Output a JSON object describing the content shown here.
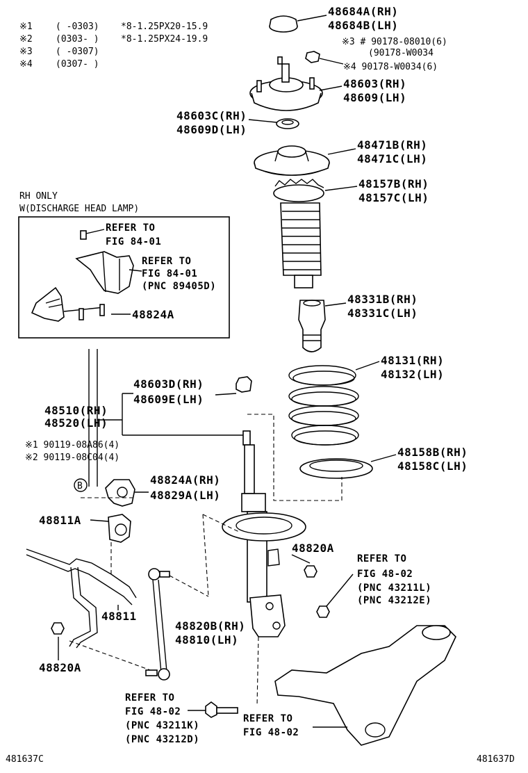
{
  "legend": [
    {
      "mark": "※1",
      "range": "(     -0303)",
      "bolt": "*8-1.25PX20-15.9"
    },
    {
      "mark": "※2",
      "range": "(0303-     )",
      "bolt": "*8-1.25PX24-19.9"
    },
    {
      "mark": "※3",
      "range": "(     -0307)",
      "bolt": ""
    },
    {
      "mark": "※4",
      "range": "(0307-     )",
      "bolt": ""
    }
  ],
  "inset": {
    "title1": "RH ONLY",
    "title2": "W(DISCHARGE HEAD LAMP)"
  },
  "labels": {
    "p48684A": "48684A(RH)",
    "p48684B": "48684B(LH)",
    "n3a": "※3 # 90178-08010(6)",
    "n3b": "(90178-W0034",
    "n4": "※4  90178-W0034(6)",
    "p48603": "48603(RH)",
    "p48609": "48609(LH)",
    "p48603C": "48603C(RH)",
    "p48609D": "48609D(LH)",
    "p48471B": "48471B(RH)",
    "p48471C": "48471C(LH)",
    "p48157B": "48157B(RH)",
    "p48157C": "48157C(LH)",
    "p48331B": "48331B(RH)",
    "p48331C": "48331C(LH)",
    "p48131": "48131(RH)",
    "p48132": "48132(LH)",
    "p48158B": "48158B(RH)",
    "p48158C": "48158C(LH)",
    "inRef1a": "REFER TO",
    "inRef1b": "FIG 84-01",
    "inRef2a": "REFER TO",
    "inRef2b": "FIG 84-01",
    "inRef2c": "(PNC 89405D)",
    "p48824A_in": "48824A",
    "p48603D": "48603D(RH)",
    "p48609E": "48609E(LH)",
    "p48510": "48510(RH)",
    "p48520": "48520(LH)",
    "b1": "※1 90119-08A86(4)",
    "b2": "※2 90119-08C04(4)",
    "circleB": "B",
    "p48824A": "48824A(RH)",
    "p48829A": "48829A(LH)",
    "p48811A": "48811A",
    "p48811": "48811",
    "p48820A_r": "48820A",
    "p48820A_l": "48820A",
    "p48820B": "48820B(RH)",
    "p48810": "48810(LH)",
    "refR1": "REFER TO",
    "refR2": "FIG 48-02",
    "refR3": "(PNC 43211L)",
    "refR4": "(PNC 43212E)",
    "refB1": "REFER TO",
    "refB2": "FIG 48-02",
    "refB3": "(PNC 43211K)",
    "refB4": "(PNC 43212D)",
    "refC1": "REFER TO",
    "refC2": "FIG 48-02",
    "codeL": "481637C",
    "codeR": "481637D"
  }
}
